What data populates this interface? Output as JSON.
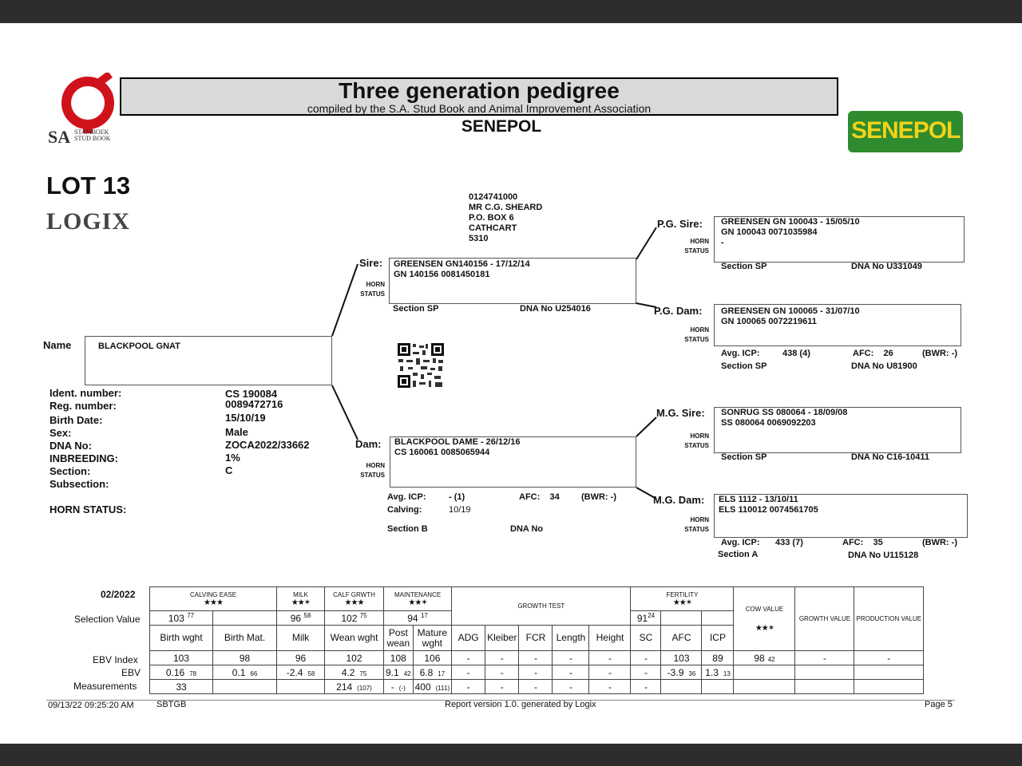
{
  "header": {
    "title": "Three generation pedigree",
    "subtitle": "compiled by the S.A. Stud Book and Animal Improvement Association",
    "breed": "SENEPOL",
    "logo_left_text": "SA",
    "logo_left_sub1": "STAMBOEK",
    "logo_left_sub2": "STUD BOOK",
    "logo_right_text": "SENEPOL",
    "logix": "LOGIX"
  },
  "lot": "LOT 13",
  "breeder": {
    "id": "0124741000",
    "name": "MR C.G. SHEARD",
    "box": "P.O. BOX 6",
    "town": "CATHCART",
    "code": "5310"
  },
  "animal": {
    "name_label": "Name",
    "name": "BLACKPOOL GNAT",
    "fields": [
      {
        "label": "Ident. number:",
        "value": "CS  190084"
      },
      {
        "label": "Reg. number:",
        "value": "0089472716"
      },
      {
        "label": "Birth Date:",
        "value": "15/10/19"
      },
      {
        "label": "Sex:",
        "value": "Male"
      },
      {
        "label": "DNA No:",
        "value": "ZOCA2022/33662"
      },
      {
        "label": "INBREEDING:",
        "value": "1%"
      },
      {
        "label": "Section:",
        "value": "C"
      },
      {
        "label": "Subsection:",
        "value": ""
      }
    ],
    "horn_label": "HORN STATUS:"
  },
  "horn": {
    "l1": "HORN",
    "l2": "STATUS"
  },
  "sire": {
    "label": "Sire:",
    "line1": "GREENSEN GN140156 - 17/12/14",
    "line2": "GN  140156     0081450181",
    "section": "Section SP",
    "dna": "DNA No U254016"
  },
  "dam": {
    "label": "Dam:",
    "line1": "BLACKPOOL DAME - 26/12/16",
    "line2": "CS  160061     0085065944",
    "icp_label": "Avg. ICP:",
    "icp": "- (1)",
    "afc": "AFC:    34",
    "bwr": "(BWR: -)",
    "calving_label": "Calving:",
    "calving": "10/19",
    "section": "Section B",
    "dna": "DNA No"
  },
  "pg_sire": {
    "label": "P.G. Sire:",
    "line1": "GREENSEN GN  100043 - 15/05/10",
    "line2": "GN  100043     0071035984",
    "horn_value": "-",
    "section": "Section SP",
    "dna": "DNA No U331049"
  },
  "pg_dam": {
    "label": "P.G. Dam:",
    "line1": "GREENSEN GN  100065 - 31/07/10",
    "line2": "GN  100065     0072219611",
    "icp_label": "Avg. ICP:",
    "icp": "438 (4)",
    "afc": "AFC:    26",
    "bwr": "(BWR: -)",
    "section": "Section SP",
    "dna": "DNA No U81900"
  },
  "mg_sire": {
    "label": "M.G. Sire:",
    "line1": "SONRUG SS  080064 - 18/09/08",
    "line2": "SS  080064     0069092203",
    "section": "Section SP",
    "dna": "DNA No C16-10411"
  },
  "mg_dam": {
    "label": "M.G. Dam:",
    "line1": "ELS 1112 - 13/10/11",
    "line2": "ELS 110012     0074561705",
    "icp_label": "Avg. ICP:",
    "icp": "433 (7)",
    "afc": "AFC:    35",
    "bwr": "(BWR: -)",
    "section": "Section A",
    "dna": "DNA No U115128"
  },
  "ebv": {
    "date": "02/2022",
    "row_labels": [
      "Selection Value",
      "EBV Index",
      "EBV",
      "Measurements"
    ],
    "groups": {
      "calving": "CALVING EASE",
      "milk": "MILK",
      "calf": "CALF GRWTH",
      "maint": "MAINTENANCE",
      "growth": "GROWTH TEST",
      "fert": "FERTILITY",
      "cow": "COW VALUE",
      "gv": "GROWTH VALUE",
      "pv": "PRODUCTION VALUE"
    },
    "stars": {
      "three": "★★★",
      "twohalf": "★★✶"
    },
    "sel": {
      "calving": "103",
      "calving_acc": "77",
      "milk": "96",
      "milk_acc": "58",
      "calf": "102",
      "calf_acc": "75",
      "maint": "94",
      "maint_acc": "17",
      "fert": "91",
      "fert_acc": "24"
    },
    "cols": [
      "Birth wght",
      "Birth Mat.",
      "Milk",
      "Wean wght",
      "Post wean",
      "Mature wght",
      "ADG",
      "Kleiber",
      "FCR",
      "Length",
      "Height",
      "SC",
      "AFC",
      "ICP"
    ],
    "index": [
      "103",
      "98",
      "96",
      "102",
      "108",
      "106",
      "-",
      "-",
      "-",
      "-",
      "-",
      "-",
      "103",
      "89"
    ],
    "index_cow": "98",
    "index_cow_acc": "42",
    "index_gv": "-",
    "index_pv": "-",
    "ebv": [
      "0.16",
      "0.1",
      "-2.4",
      "4.2",
      "9.1",
      "6.8",
      "-",
      "-",
      "-",
      "-",
      "-",
      "-",
      "-3.9",
      "1.3"
    ],
    "ebv_acc": [
      "78",
      "66",
      "58",
      "75",
      "42",
      "17",
      "",
      "",
      "",
      "",
      "",
      "",
      "36",
      "13"
    ],
    "meas": [
      "33",
      "",
      "",
      "214",
      "-",
      "400",
      "-",
      "-",
      "-",
      "-",
      "-",
      "-",
      "",
      ""
    ],
    "meas_extra": [
      "",
      "",
      "",
      "(107)",
      "(-)",
      "(111)",
      "",
      "",
      "",
      "",
      "",
      "",
      "",
      ""
    ]
  },
  "footer": {
    "timestamp": "09/13/22 09:25:20 AM",
    "code": "SBTGB",
    "report": "Report version 1.0. generated by Logix",
    "page": "Page 5"
  }
}
